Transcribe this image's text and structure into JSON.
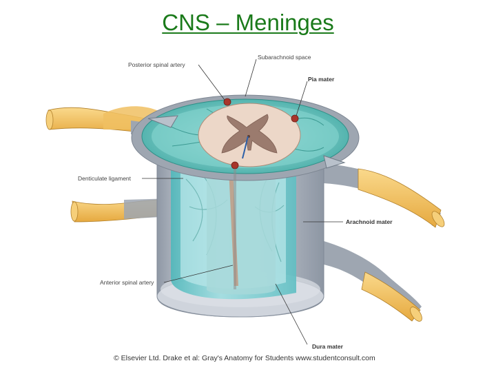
{
  "slide": {
    "title": "CNS – Meninges"
  },
  "diagram": {
    "labels": {
      "posterior_spinal_artery": "Posterior spinal artery",
      "subarachnoid_space": "Subarachnoid space",
      "pia_mater": "Pia mater",
      "denticulate_ligament": "Denticulate ligament",
      "arachnoid_mater": "Arachnoid mater",
      "anterior_spinal_artery": "Anterior spinal artery",
      "dura_mater": "Dura mater"
    },
    "credit": "© Elsevier Ltd. Drake et al: Gray's Anatomy for Students www.studentconsult.com",
    "colors": {
      "title": "#1a7a1a",
      "dura": "#c9ced6",
      "arachnoid": "#7ecfd0",
      "pia_teal": "#3fb3a8",
      "nerve_root": "#f2c46a",
      "grey_matter": "#9b7b6e",
      "white_matter": "#ecd7c8",
      "artery": "#a8362b"
    }
  }
}
